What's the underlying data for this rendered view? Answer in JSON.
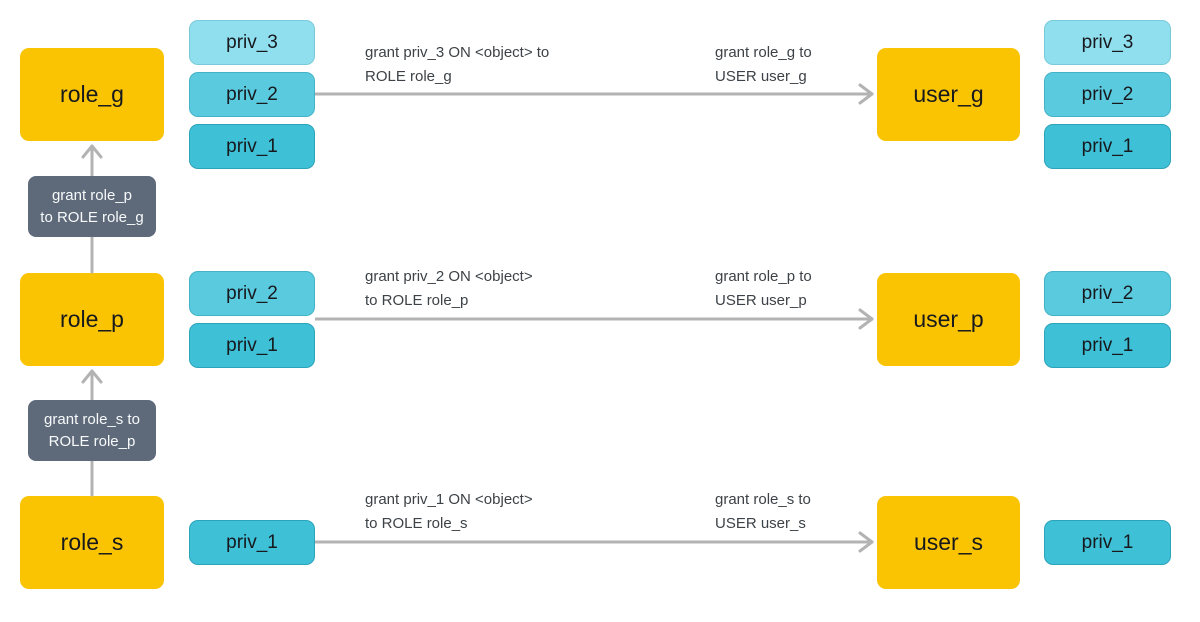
{
  "colors": {
    "role_fill": "#FBC403",
    "priv1_fill": "#3EC0D7",
    "priv2_fill": "#5ACADF",
    "priv3_fill": "#90DFEF",
    "grant_fill": "#5E6A7A",
    "arrow": "#B3B3B3",
    "label_text": "#3C4247",
    "node_text": "#17191D"
  },
  "rows": [
    {
      "role_label": "role_g",
      "user_label": "user_g",
      "role_privs": [
        "priv_3",
        "priv_2",
        "priv_1"
      ],
      "user_privs": [
        "priv_3",
        "priv_2",
        "priv_1"
      ],
      "priv_grant_label": "grant priv_3 ON <object> to\nROLE role_g",
      "user_grant_label": "grant role_g to\nUSER user_g"
    },
    {
      "role_label": "role_p",
      "user_label": "user_p",
      "role_privs": [
        "priv_2",
        "priv_1"
      ],
      "user_privs": [
        "priv_2",
        "priv_1"
      ],
      "priv_grant_label": "grant priv_2 ON <object>\nto ROLE role_p",
      "user_grant_label": "grant role_p to\nUSER user_p"
    },
    {
      "role_label": "role_s",
      "user_label": "user_s",
      "role_privs": [
        "priv_1"
      ],
      "user_privs": [
        "priv_1"
      ],
      "priv_grant_label": "grant priv_1 ON <object>\nto ROLE role_s",
      "user_grant_label": "grant role_s to\nUSER user_s"
    }
  ],
  "hierarchy_grants": [
    {
      "label": "grant role_p\nto ROLE role_g"
    },
    {
      "label": "grant role_s to\nROLE role_p"
    }
  ]
}
